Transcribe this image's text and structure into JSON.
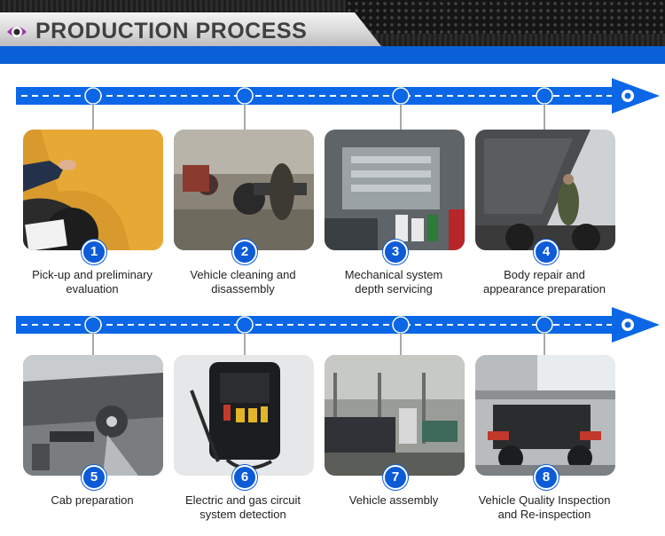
{
  "header": {
    "title": "PRODUCTION PROCESS",
    "accent_color": "#0a60d8"
  },
  "steps": [
    {
      "number": "1",
      "line1": "Pick-up and preliminary",
      "line2": "evaluation"
    },
    {
      "number": "2",
      "line1": "Vehicle cleaning and",
      "line2": "disassembly"
    },
    {
      "number": "3",
      "line1": "Mechanical system",
      "line2": "depth servicing"
    },
    {
      "number": "4",
      "line1": "Body repair and",
      "line2": "appearance preparation"
    },
    {
      "number": "5",
      "line1": "Cab preparation",
      "line2": ""
    },
    {
      "number": "6",
      "line1": "Electric and gas circuit",
      "line2": "system detection"
    },
    {
      "number": "7",
      "line1": "Vehicle assembly",
      "line2": ""
    },
    {
      "number": "8",
      "line1": "Vehicle Quality Inspection",
      "line2": "and Re-inspection"
    }
  ]
}
